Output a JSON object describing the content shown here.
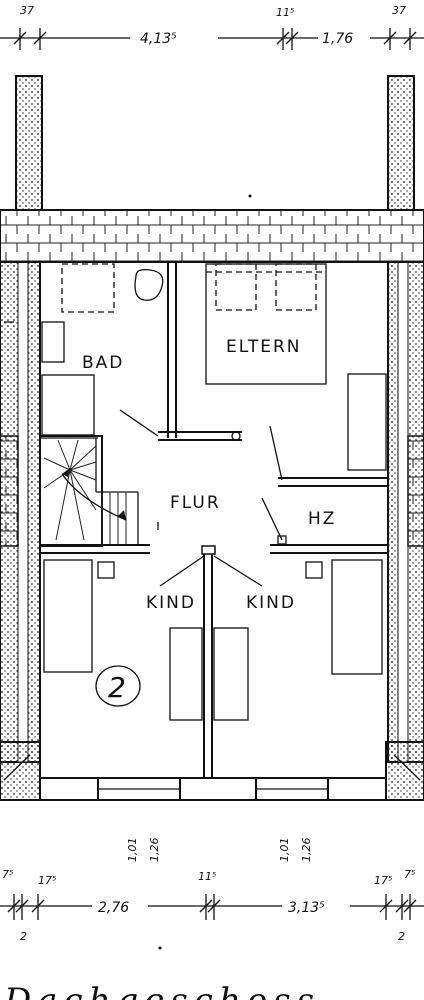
{
  "rooms": {
    "bad": "BAD",
    "eltern": "ELTERN",
    "flur": "FLUR",
    "hz": "HZ",
    "kind_left": "KIND",
    "kind_right": "KIND"
  },
  "unit_marker": "2",
  "top_dimensions": {
    "left_wall": "37",
    "main": "4,13⁵",
    "mid_wall": "11⁵",
    "right_span": "1,76",
    "right_wall": "37"
  },
  "bottom_dimensions": {
    "left_a": "7⁵",
    "left_b": "17⁵",
    "left_c": "2",
    "span_left": "2,76",
    "mid_wall": "11⁵",
    "span_right": "3,13⁵",
    "right_a": "17⁵",
    "right_b": "7⁵",
    "right_c": "2"
  },
  "window_dimensions": {
    "left_1": "1,01",
    "left_2": "1,26",
    "right_1": "1,01",
    "right_2": "1,26"
  },
  "plan_title": "Dachgeschoss"
}
